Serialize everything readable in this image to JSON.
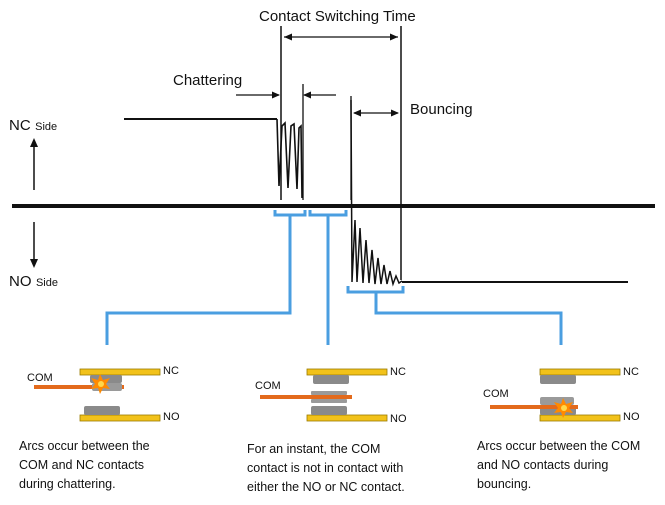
{
  "labels": {
    "contact_switching_time": "Contact Switching Time",
    "chattering": "Chattering",
    "bouncing": "Bouncing",
    "nc_side_main": "NC",
    "nc_side_sub": "Side",
    "no_side_main": "NO",
    "no_side_sub": "Side"
  },
  "panels": [
    {
      "com": "COM",
      "nc": "NC",
      "no": "NO",
      "caption": [
        "Arcs occur between the",
        "COM and NC contacts",
        "during chattering."
      ]
    },
    {
      "com": "COM",
      "nc": "NC",
      "no": "NO",
      "caption": [
        "For an instant, the COM",
        "contact is not in contact with",
        "either the NO or NC contact."
      ]
    },
    {
      "com": "COM",
      "nc": "NC",
      "no": "NO",
      "caption": [
        "Arcs occur between the COM",
        "and NO contacts during",
        "bouncing."
      ]
    }
  ],
  "colors": {
    "signal": "#111111",
    "bracket": "#4a9ee0",
    "connector": "#4a9ee0",
    "panel_bg": "#e6e6e6",
    "contact_yellow": "#f2c21a",
    "com_orange": "#e36a1c",
    "block_gray": "#8a8a8a",
    "arc": "#ff8a00"
  }
}
